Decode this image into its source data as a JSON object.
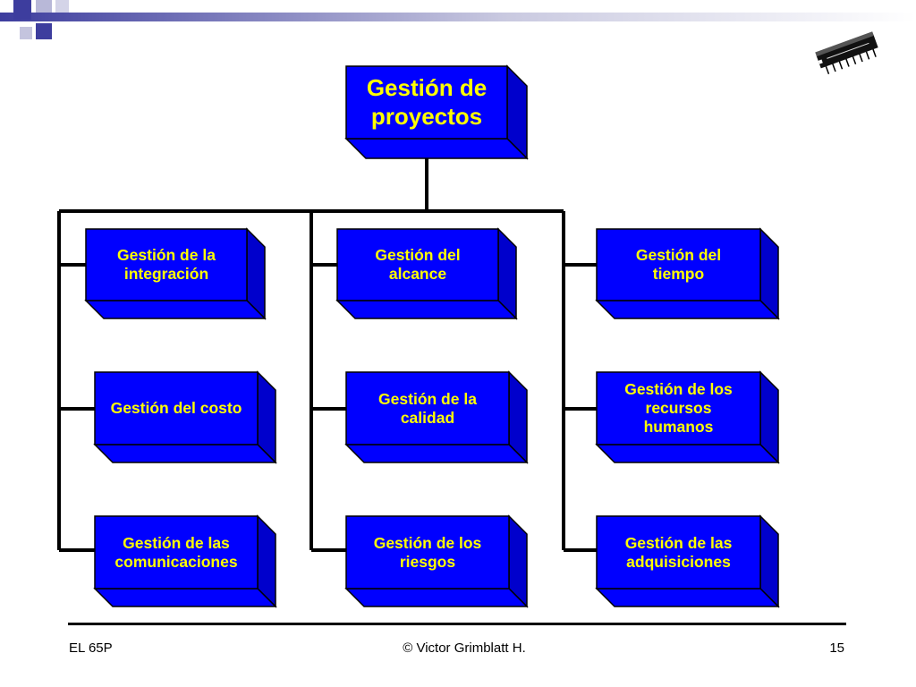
{
  "colors": {
    "box_face": "#0000ff",
    "box_side": "#0000cc",
    "box_label": "#ffff00",
    "connector": "#000000",
    "header_blue": "#3d3d9e"
  },
  "diagram": {
    "root": {
      "lines": [
        "Gestión de",
        "proyectos"
      ]
    },
    "children": [
      {
        "lines": [
          "Gestión de la",
          "integración"
        ]
      },
      {
        "lines": [
          "Gestión del",
          "alcance"
        ]
      },
      {
        "lines": [
          "Gestión del",
          "tiempo"
        ]
      },
      {
        "lines": [
          "Gestión del costo"
        ]
      },
      {
        "lines": [
          "Gestión de la",
          "calidad"
        ]
      },
      {
        "lines": [
          "Gestión de los",
          "recursos",
          "humanos"
        ]
      },
      {
        "lines": [
          "Gestión de las",
          "comunicaciones"
        ]
      },
      {
        "lines": [
          "Gestión de los",
          "riesgos"
        ]
      },
      {
        "lines": [
          "Gestión de las",
          "adquisiciones"
        ]
      }
    ]
  },
  "footer": {
    "left": "EL 65P",
    "center": "© Victor Grimblatt H.",
    "page_number": "15"
  },
  "decorations": {
    "header_icon": "blue-squares-gradient-band",
    "chip_icon": "integrated-circuit-chip-icon"
  }
}
